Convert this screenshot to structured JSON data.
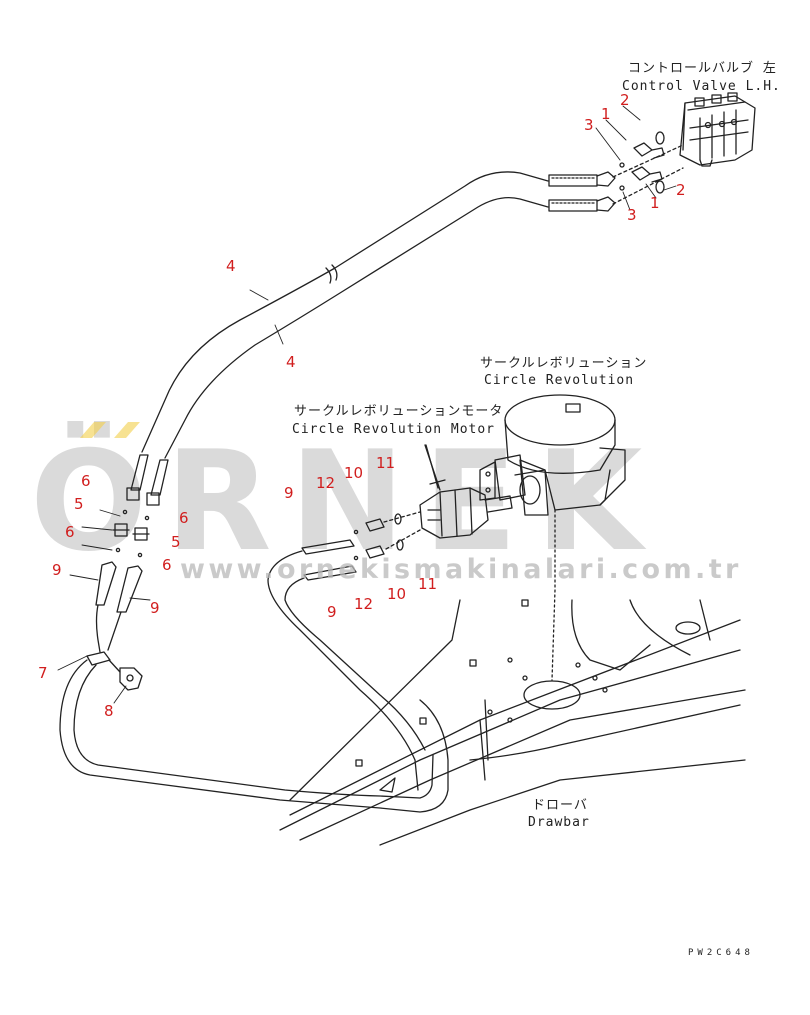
{
  "labels": {
    "control_valve_jp": "コントロールバルブ 左",
    "control_valve_en": "Control Valve L.H.",
    "circle_revolution_jp": "サークルレボリューション",
    "circle_revolution_en": "Circle Revolution",
    "motor_jp": "サークルレボリューションモータ",
    "motor_en": "Circle Revolution Motor",
    "drawbar_jp": "ドローバ",
    "drawbar_en": "Drawbar",
    "drawing_code": "PW2C648"
  },
  "part_numbers": {
    "n1a": "1",
    "n1b": "1",
    "n2a": "2",
    "n2b": "2",
    "n3a": "3",
    "n3b": "3",
    "n4a": "4",
    "n4b": "4",
    "n5a": "5",
    "n5b": "5",
    "n6a": "6",
    "n6b": "6",
    "n6c": "6",
    "n6d": "6",
    "n7": "7",
    "n8": "8",
    "n9a": "9",
    "n9b": "9",
    "n9c": "9",
    "n9d": "9",
    "n10a": "10",
    "n10b": "10",
    "n11a": "11",
    "n11b": "11",
    "n12a": "12",
    "n12b": "12"
  },
  "watermark": {
    "brand": "ÖRNEK",
    "url": "www.ornekismakinalari.com.tr"
  },
  "colors": {
    "line": "#222222",
    "callout": "#d11e1e",
    "watermark": "#bdbdbd",
    "accent": "#f3cf4a"
  }
}
